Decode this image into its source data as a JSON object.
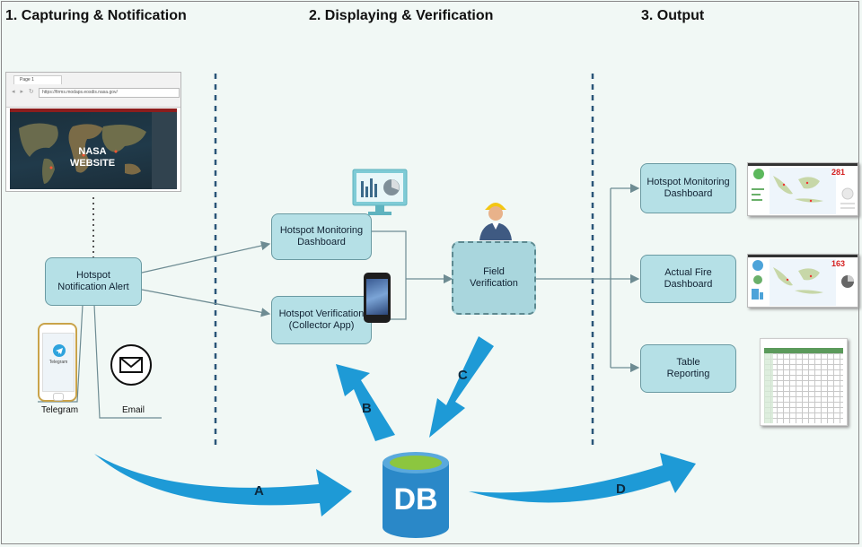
{
  "sections": {
    "capturing": "1. Capturing & Notification",
    "displaying": "2. Displaying & Verification",
    "output": "3. Output"
  },
  "capture": {
    "browser_tab": "Page 1",
    "browser_url": "https://firms.modaps.eosdis.nasa.gov/",
    "website_label": "NASA\nWEBSITE",
    "alert_box": "Hotspot\nNotification Alert",
    "telegram_label": "Telegram",
    "telegram_screen_text": "Telegram",
    "email_label": "Email"
  },
  "display": {
    "monitoring_box": "Hotspot Monitoring\nDashboard",
    "verification_box": "Hotspot Verification\n(Collector App)",
    "field_box": "Field\nVerification"
  },
  "output": {
    "monitoring_box": "Hotspot Monitoring\nDashboard",
    "fire_box": "Actual Fire\nDashboard",
    "table_box": "Table\nReporting",
    "monitoring_count": "281",
    "fire_count": "163"
  },
  "db_label": "DB",
  "arrows": {
    "a": "A",
    "b": "B",
    "c": "C",
    "d": "D"
  },
  "colors": {
    "box_fill": "#b5e0e6",
    "arrow_blue": "#1e9ad6",
    "db_blue": "#2a88c8",
    "db_top": "#8cc63f",
    "background": "#f1f8f5"
  },
  "icons": [
    "telegram-icon",
    "email-icon",
    "monitor-chart-icon",
    "smartphone-icon",
    "field-worker-icon",
    "database-icon"
  ]
}
